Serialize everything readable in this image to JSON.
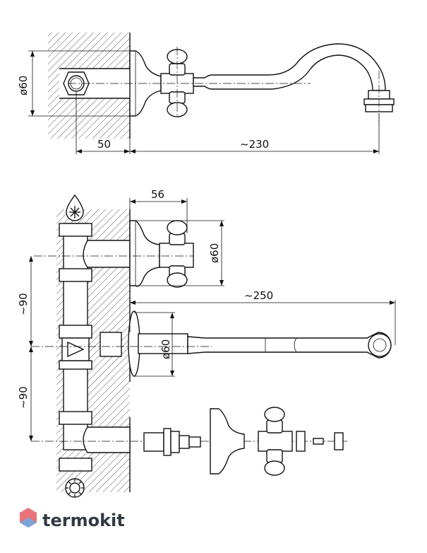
{
  "dimensions": {
    "top_diameter": "ø60",
    "top_wall_depth": "50",
    "top_spout_length": "~230",
    "flange_depth": "56",
    "side_diameter": "ø60",
    "spout_length": "~250",
    "spout_diameter": "ø60",
    "spacing_upper": "~90",
    "spacing_lower": "~90"
  },
  "symbols": {
    "cold": "snowflake-icon",
    "hot": "sun-icon"
  },
  "brand": {
    "name": "termokit",
    "logo_colors": [
      "#e8747a",
      "#7aa3d6"
    ]
  }
}
